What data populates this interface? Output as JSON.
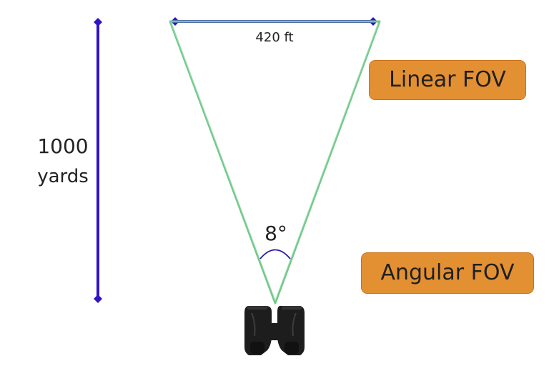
{
  "diagram": {
    "width_label": "420 ft",
    "distance_label": [
      "1000",
      "yards"
    ],
    "angle_label": "8°",
    "callouts": {
      "linear": "Linear FOV",
      "angular": "Angular FOV"
    },
    "icons": {
      "device": "binoculars-icon"
    }
  },
  "colors": {
    "dimension_line": "#2f14c8",
    "fov_cone": "#74c98b",
    "angle_arc": "#2a1aa6",
    "callout_fill": "#e39033",
    "callout_border": "#c8731d",
    "binocular_body": "#1d1d1d"
  }
}
